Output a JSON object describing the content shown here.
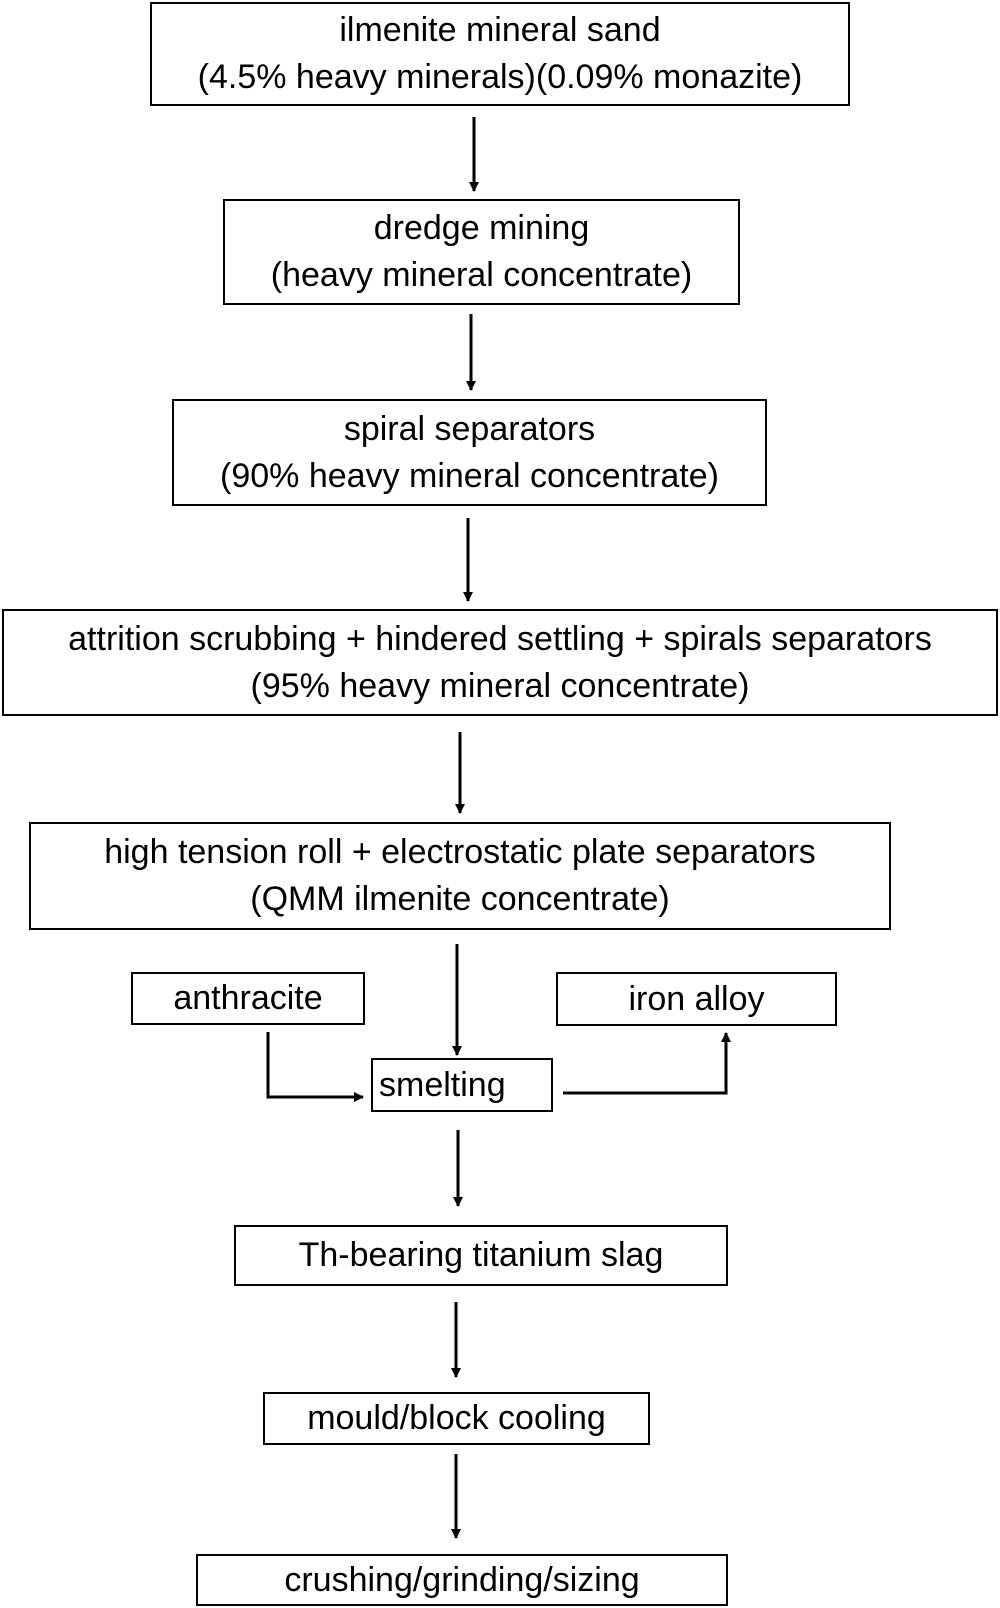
{
  "flowchart": {
    "steps": [
      {
        "line1": "ilmenite mineral sand",
        "line2": "(4.5% heavy minerals)(0.09% monazite)"
      },
      {
        "line1": "dredge mining",
        "line2": "(heavy mineral concentrate)"
      },
      {
        "line1": "spiral separators",
        "line2": "(90% heavy mineral concentrate)"
      },
      {
        "line1": "attrition scrubbing + hindered settling + spirals separators",
        "line2": "(95% heavy mineral concentrate)"
      },
      {
        "line1": "high tension roll + electrostatic plate separators",
        "line2": "(QMM ilmenite concentrate)"
      },
      {
        "line1": "smelting"
      },
      {
        "line1": "Th-bearing titanium slag"
      },
      {
        "line1": "mould/block cooling"
      },
      {
        "line1": "crushing/grinding/sizing"
      }
    ],
    "inputs": {
      "anthracite": "anthracite"
    },
    "outputs": {
      "iron_alloy": "iron alloy"
    }
  },
  "colors": {
    "stroke": "#000000",
    "background": "#ffffff"
  }
}
